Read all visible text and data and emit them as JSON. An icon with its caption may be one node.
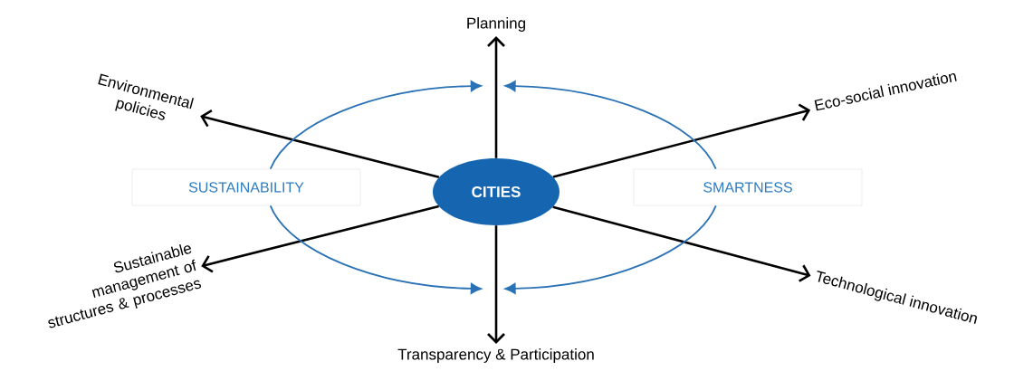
{
  "diagram": {
    "nodes": [
      {
        "text": [
          "Planning"
        ]
      },
      {
        "text": [
          "Environmental policies"
        ]
      },
      {
        "text": [
          "Eco-social innovation"
        ]
      },
      {
        "text": [
          "SUSTAINABILITY"
        ]
      },
      {
        "text": [
          "CITIES"
        ]
      },
      {
        "text": [
          "SMARTNESS"
        ]
      },
      {
        "text": [
          "Sustainable management of structures & processes"
        ]
      },
      {
        "text": [
          "Technological innovation"
        ]
      },
      {
        "text": [
          "Transparency & Participation"
        ]
      }
    ],
    "edges": [
      {
        "from": 4,
        "to": 0,
        "arrow": "to"
      },
      {
        "from": 4,
        "to": 1,
        "arrow": "to"
      },
      {
        "from": 4,
        "to": 2,
        "arrow": "to"
      },
      {
        "from": 4,
        "to": 6,
        "arrow": "to"
      },
      {
        "from": 4,
        "to": 7,
        "arrow": "to"
      },
      {
        "from": 4,
        "to": 8,
        "arrow": "to"
      },
      {
        "from": 3,
        "to": null,
        "arrow": "to",
        "color": "#2a72b5"
      },
      {
        "from": 3,
        "to": null,
        "arrow": "to",
        "color": "#2a72b5"
      },
      {
        "from": 5,
        "to": null,
        "arrow": "to",
        "color": "#2a72b5"
      },
      {
        "from": 5,
        "to": null,
        "arrow": "to",
        "color": "#2a72b5"
      }
    ]
  }
}
